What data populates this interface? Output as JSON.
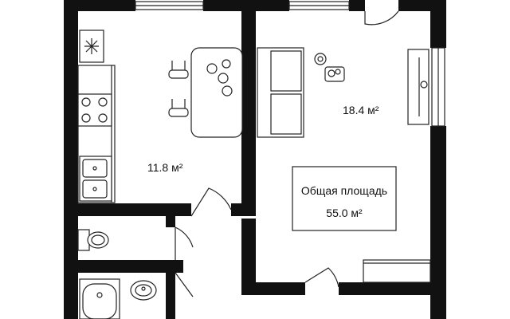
{
  "plan": {
    "kitchen_area": "11.8 м²",
    "living_room_area": "18.4 м²",
    "total_area_label": "Общая площадь",
    "total_area_value": "55.0 м²"
  },
  "colors": {
    "wall": "#111111",
    "background": "#ffffff",
    "line": "#222222"
  },
  "icons": [
    "snowflake-icon",
    "stove-icon",
    "sink-icon",
    "toilet-icon",
    "bathtub-icon",
    "plant-icon",
    "door-icon",
    "window-icon"
  ]
}
